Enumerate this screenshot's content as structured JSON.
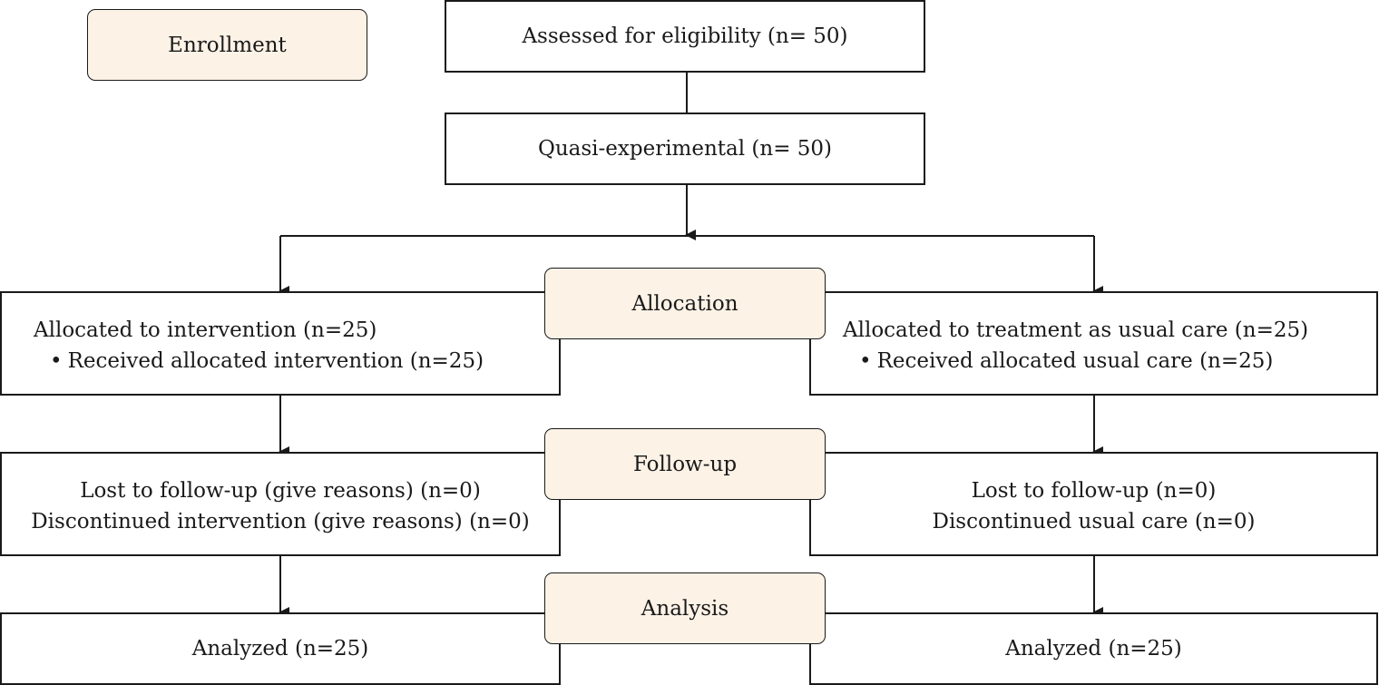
{
  "stages": {
    "enrollment": "Enrollment",
    "allocation": "Allocation",
    "follow_up": "Follow-up",
    "analysis": "Analysis"
  },
  "enrollment": {
    "assessed": "Assessed for eligibility (n= 50)",
    "design": "Quasi-experimental (n= 50)"
  },
  "intervention_arm": {
    "allocated": "Allocated to intervention (n=25)",
    "received": "Received allocated intervention (n=25)",
    "lost": "Lost to follow-up (give reasons) (n=0)",
    "discontinued": "Discontinued intervention (give reasons) (n=0)",
    "analyzed": "Analyzed (n=25)"
  },
  "usual_care_arm": {
    "allocated": "Allocated to treatment as usual care (n=25)",
    "received": "Received allocated usual care (n=25)",
    "lost": "Lost to follow-up (n=0)",
    "discontinued": "Discontinued usual care (n=0)",
    "analyzed": "Analyzed (n=25)"
  },
  "colors": {
    "stage_fill": "#fcf2e6",
    "line": "#1a1a1a"
  }
}
